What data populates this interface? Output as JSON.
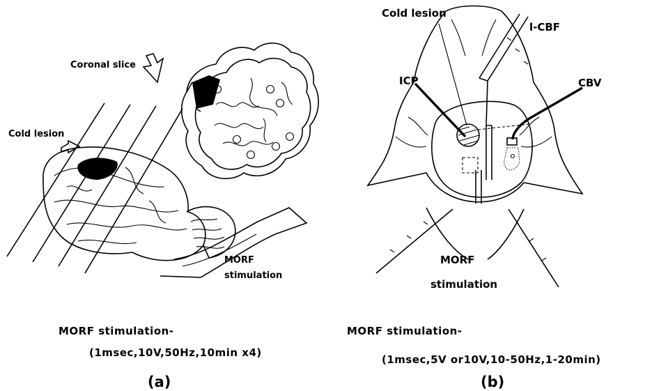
{
  "panel_a": {
    "label_coronal": "Coronal slice",
    "label_cold": "Cold lesion",
    "label_morf_1": "MORF",
    "label_morf_2": "stimulation",
    "caption_1": "MORF stimulation-",
    "caption_2": "(1msec,10V,50Hz,10min x4)",
    "panel_id": "(a)"
  },
  "panel_b": {
    "label_cold": "Cold lesion",
    "label_lcbf": "l-CBF",
    "label_icp": "ICP",
    "label_cbv": "CBV",
    "label_morf_1": "MORF",
    "label_morf_2": "stimulation",
    "caption_1": "MORF stimulation-",
    "caption_2": "(1msec,5V or10V,10-50Hz,1-20min)",
    "panel_id": "(b)"
  }
}
